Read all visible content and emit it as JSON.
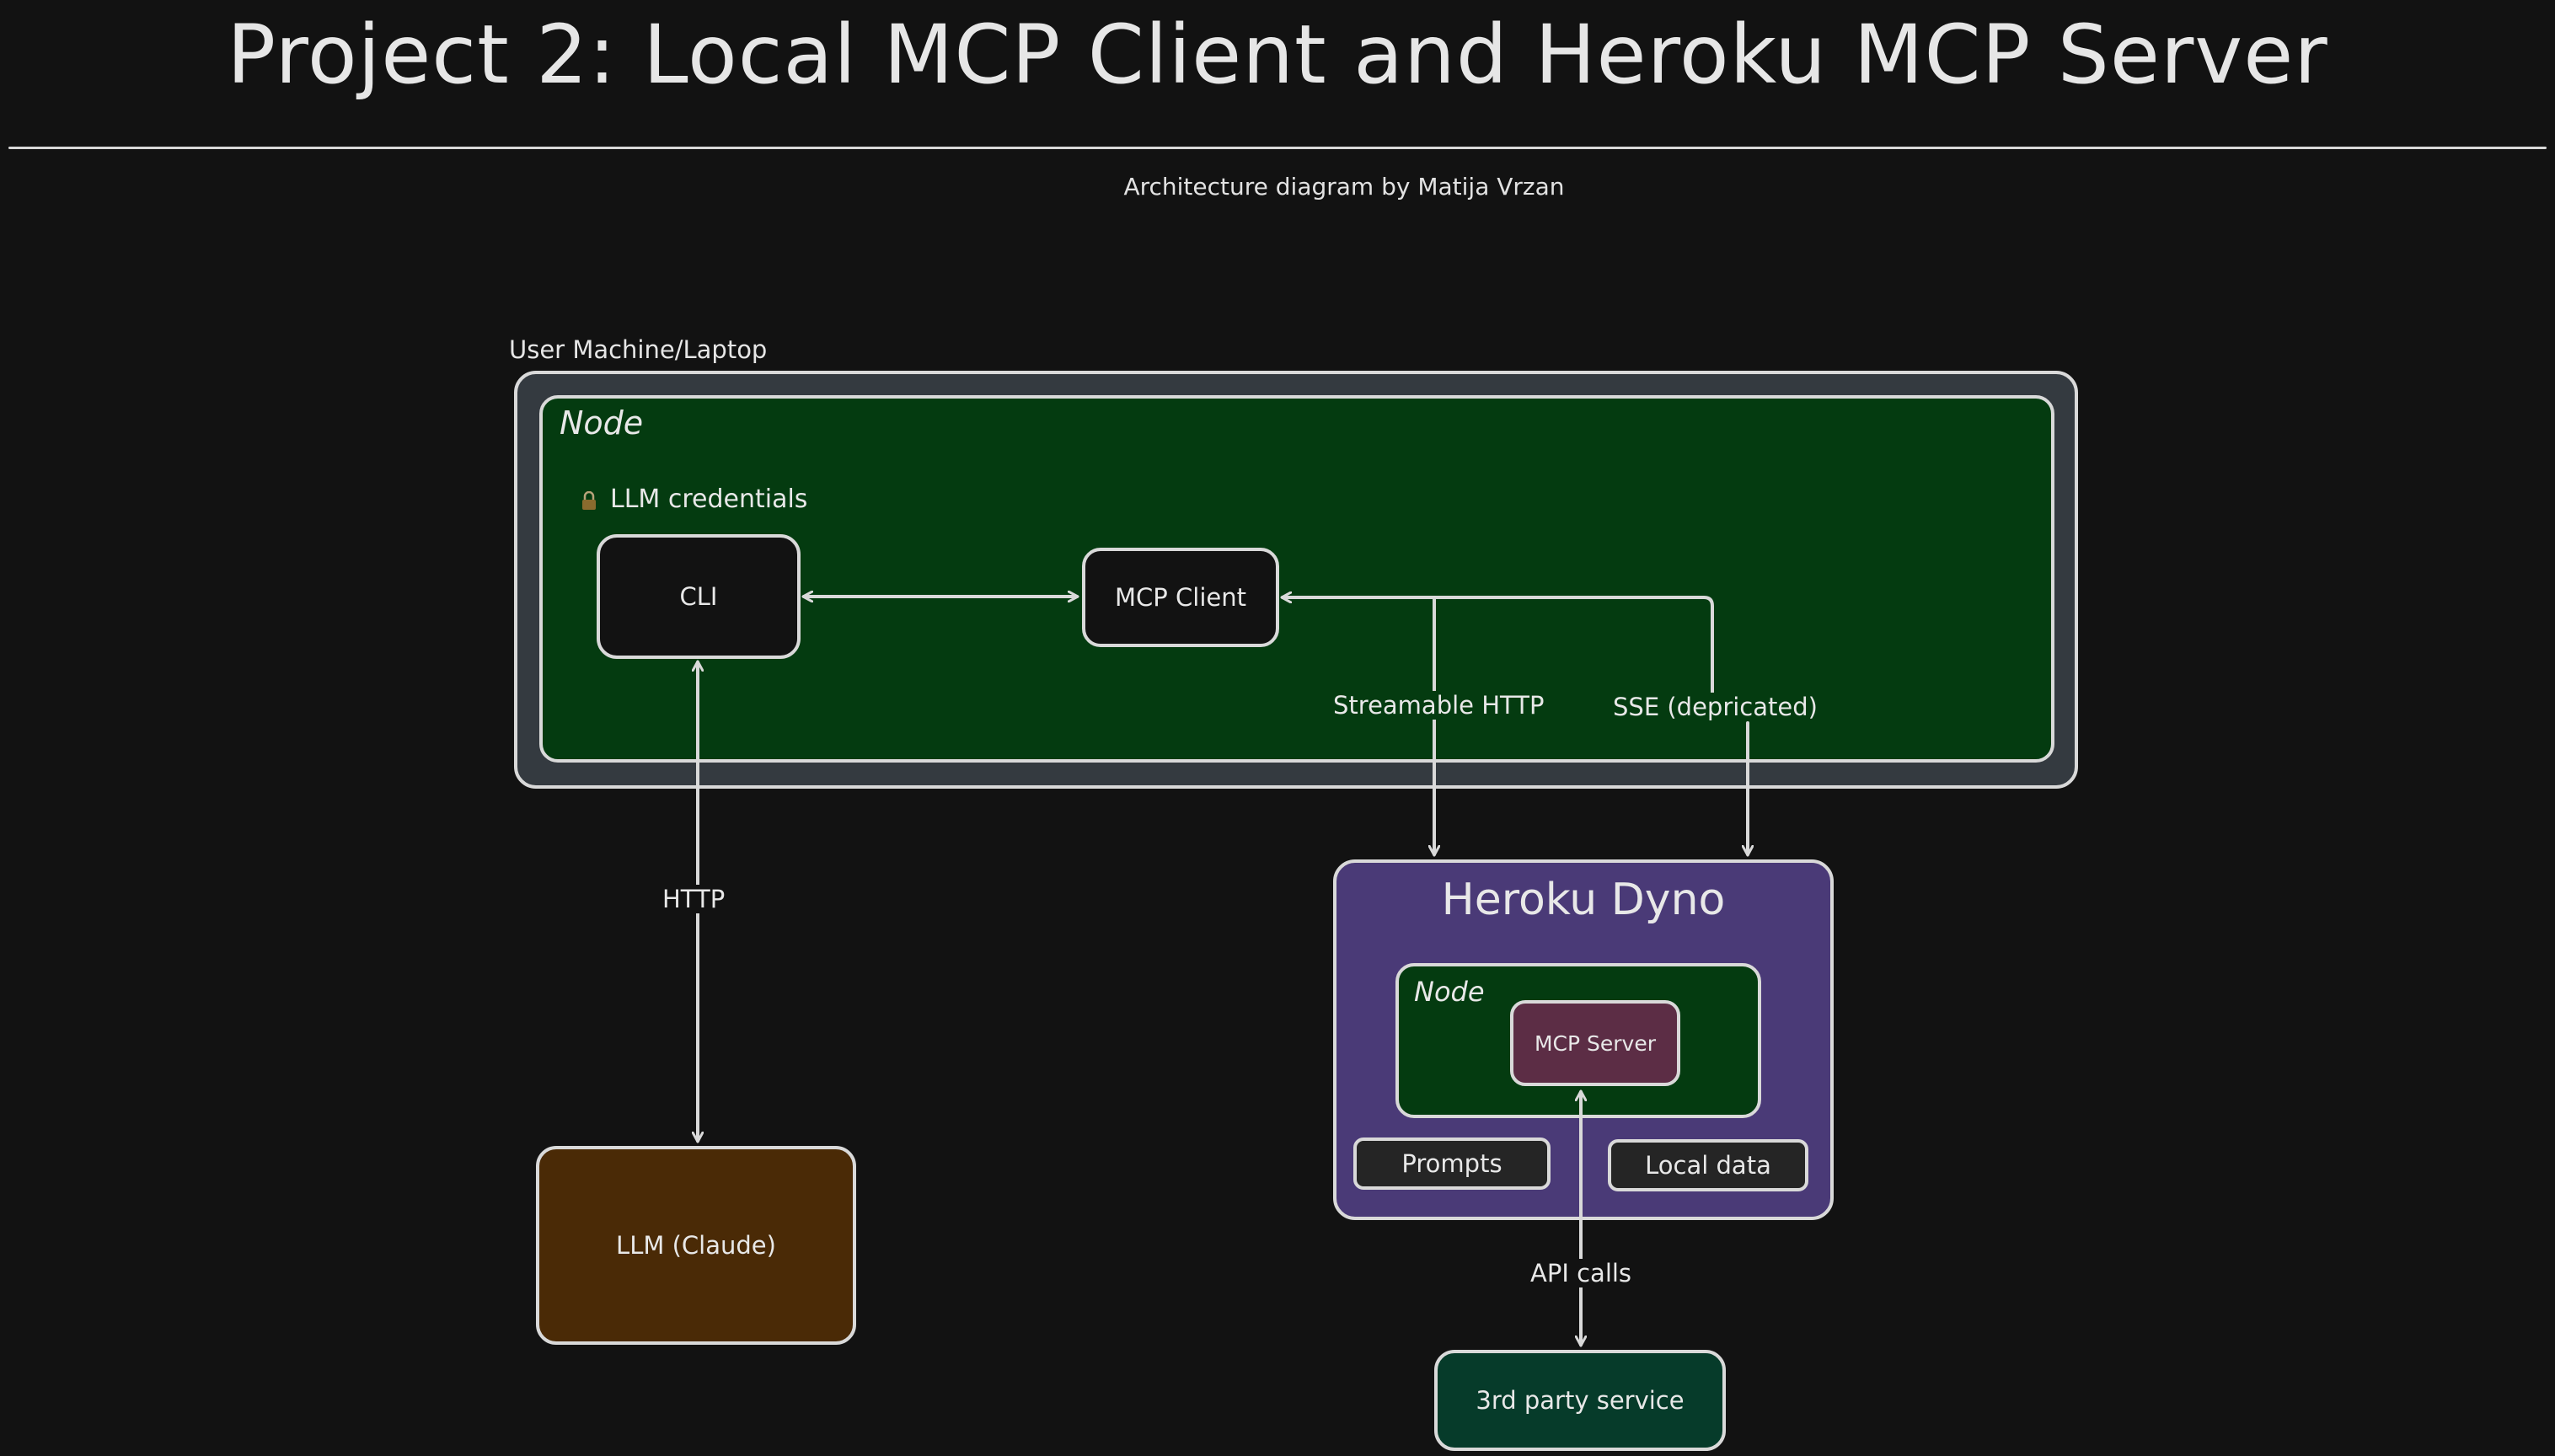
{
  "header": {
    "title": "Project 2: Local MCP Client and Heroku MCP Server",
    "subtitle": "Architecture diagram by Matija Vrzan"
  },
  "user_machine": {
    "label": "User Machine/Laptop",
    "node_label": "Node",
    "credentials_label": "LLM credentials",
    "cli_label": "CLI",
    "mcp_client_label": "MCP Client"
  },
  "connections": {
    "streamable_http": "Streamable HTTP",
    "sse": "SSE (depricated)",
    "http": "HTTP",
    "api_calls": "API calls"
  },
  "llm": {
    "label": "LLM (Claude)"
  },
  "heroku": {
    "title": "Heroku Dyno",
    "node_label": "Node",
    "mcp_server_label": "MCP Server",
    "prompts_label": "Prompts",
    "local_data_label": "Local data"
  },
  "third_party": {
    "label": "3rd party service"
  },
  "colors": {
    "background": "#121212",
    "machine_frame": "#343a40",
    "node_green": "#043b10",
    "llm_brown": "#4a2a06",
    "dyno_purple": "#4a3a77",
    "mcp_server_maroon": "#5c2d45",
    "third_party_teal": "#063b2a",
    "stroke": "#d9d9d9"
  }
}
